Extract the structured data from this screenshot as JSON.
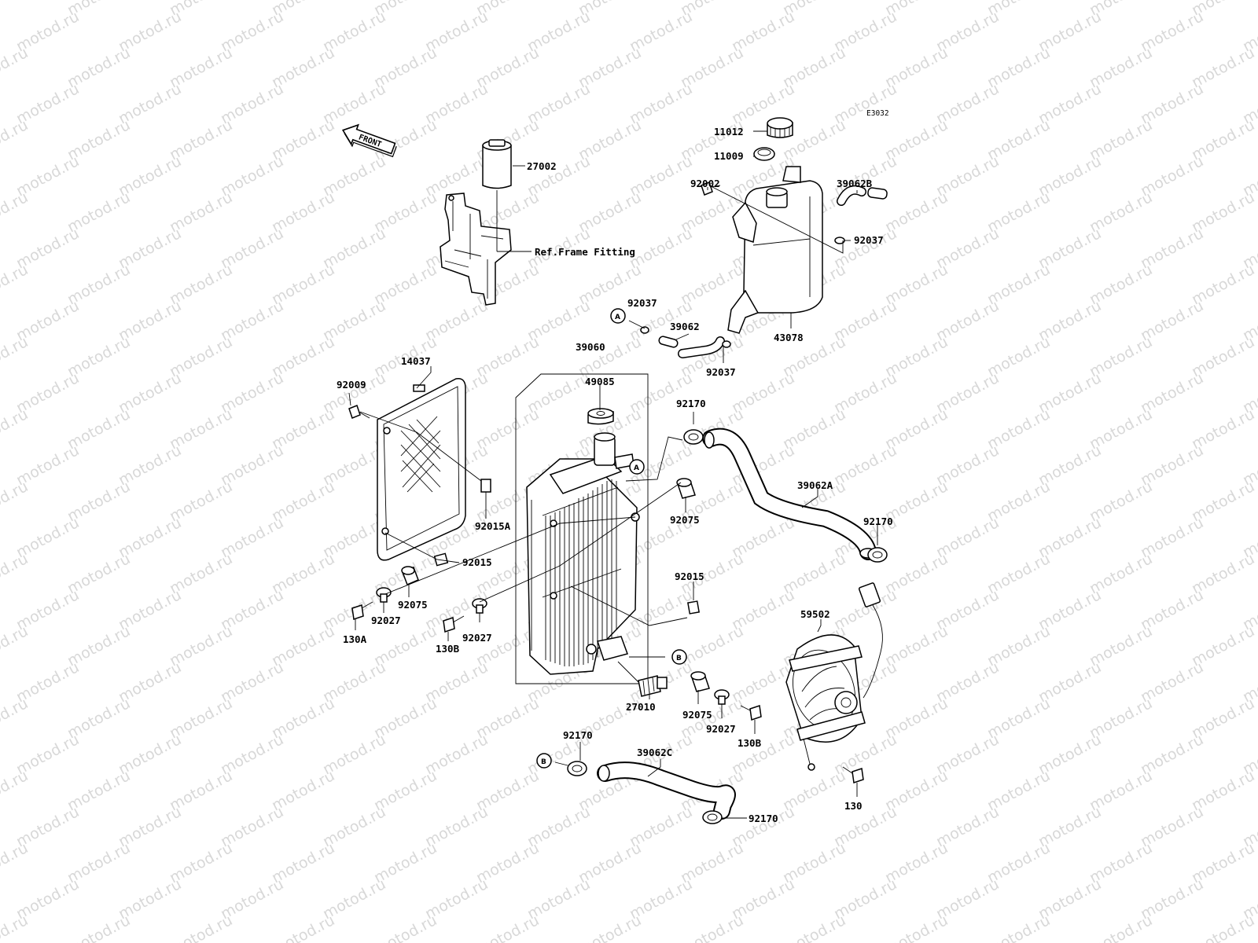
{
  "diagram": {
    "code": "E3032",
    "watermark": "motod.ru",
    "front_label": "FRONT",
    "reference_circles": [
      "A",
      "A",
      "B",
      "B"
    ],
    "labels": {
      "p27002": "27002",
      "ref_frame": "Ref.Frame Fitting",
      "p11012": "11012",
      "p11009": "11009",
      "p92002": "92002",
      "p39062B": "39062B",
      "p92037_tank": "92037",
      "p43078": "43078",
      "p92037_a": "92037",
      "p39062": "39062",
      "p92037_b": "92037",
      "p14037": "14037",
      "p92009": "92009",
      "p92015A": "92015A",
      "p92015_l": "92015",
      "p92075_l": "92075",
      "p92027_l": "92027",
      "p130A": "130A",
      "p130B_l": "130B",
      "p92027_c": "92027",
      "p39060": "39060",
      "p49085": "49085",
      "p92170_t": "92170",
      "p92075_r": "92075",
      "p39062A": "39062A",
      "p92170_r": "92170",
      "p92015_r": "92015",
      "p59502": "59502",
      "p27010": "27010",
      "p92075_b": "92075",
      "p92027_b": "92027",
      "p130B_r": "130B",
      "p92170_b": "92170",
      "p39062C": "39062C",
      "p130": "130",
      "p92170_bb": "92170"
    }
  }
}
